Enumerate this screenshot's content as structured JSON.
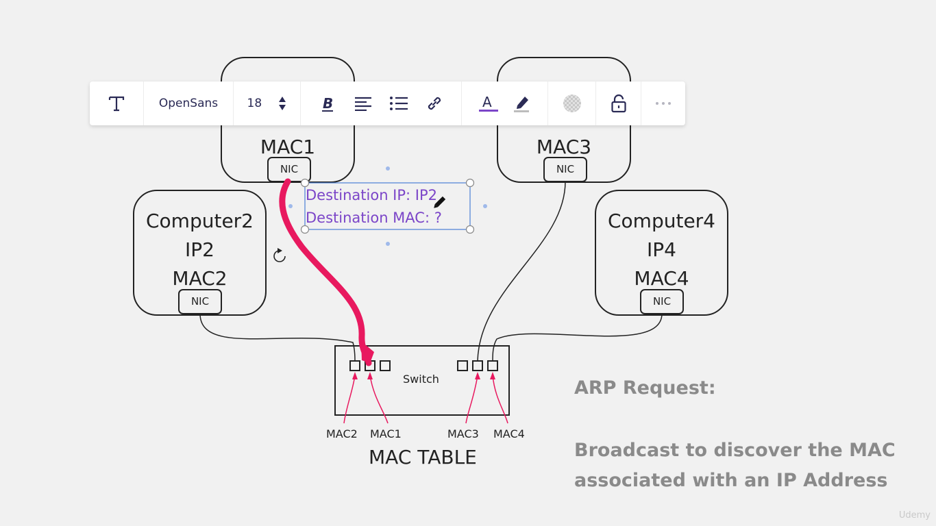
{
  "diagram": {
    "computers": [
      {
        "id": "c1",
        "lines": [
          "MAC1"
        ],
        "nic": "NIC"
      },
      {
        "id": "c2",
        "lines": [
          "Computer2",
          "IP2",
          "MAC2"
        ],
        "nic": "NIC"
      },
      {
        "id": "c3",
        "lines": [
          "MAC3"
        ],
        "nic": "NIC"
      },
      {
        "id": "c4",
        "lines": [
          "Computer4",
          "IP4",
          "MAC4"
        ],
        "nic": "NIC"
      }
    ],
    "switch_label": "Switch",
    "port_labels": [
      "MAC2",
      "MAC1",
      "MAC3",
      "MAC4"
    ],
    "mac_table_label": "MAC TABLE",
    "selected_text": {
      "line1": "Destination IP: IP2",
      "line2": "Destination MAC: ?"
    }
  },
  "arp": {
    "title": "ARP Request:",
    "body_line1": "Broadcast to discover the MAC",
    "body_line2": "associated with an IP Address"
  },
  "watermark": "Udemy",
  "toolbar": {
    "font_name": "OpenSans",
    "font_size": "18",
    "icons": [
      "text-icon",
      "bold-icon",
      "align-left-icon",
      "list-icon",
      "link-icon",
      "text-color-icon",
      "highlighter-icon",
      "transparency-icon",
      "lock-icon",
      "more-icon"
    ]
  },
  "colors": {
    "accent_pink": "#e8195f",
    "selection_blue": "#4a7fd6",
    "text_purple": "#7b45c8",
    "arp_gray": "#8a8a8a",
    "toolbar_navy": "#2a2a55"
  }
}
